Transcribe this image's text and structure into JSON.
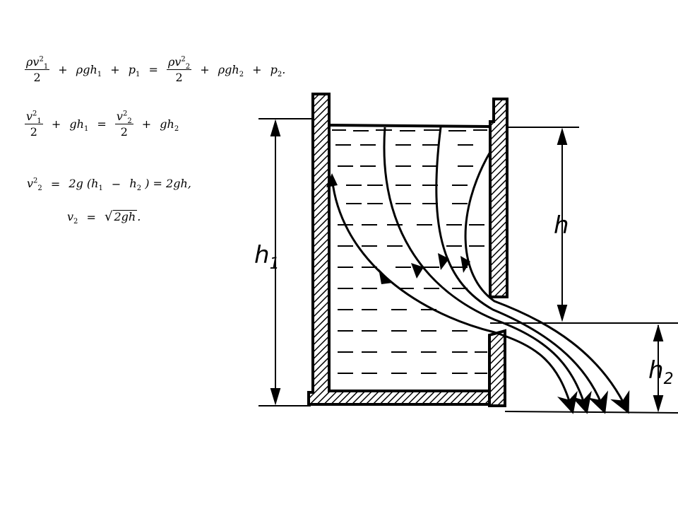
{
  "equations": {
    "eq1": {
      "lhs_num": "ρv",
      "lhs_num_sup": "2",
      "lhs_num_sub": "1",
      "lhs_den": "2",
      "op_plus1": "+",
      "term_a": "ρgh",
      "term_a_sub": "1",
      "op_plus2": "+",
      "term_b": "p",
      "term_b_sub": "1",
      "op_eq": "=",
      "rhs_num": "ρv",
      "rhs_num_sup": "2",
      "rhs_num_sub": "2",
      "rhs_den": "2",
      "op_plus3": "+",
      "term_c": "ρgh",
      "term_c_sub": "2",
      "op_plus4": "+",
      "term_d": "p",
      "term_d_sub": "2",
      "end": "."
    },
    "eq2": {
      "lhs_num": "v",
      "lhs_num_sup": "2",
      "lhs_num_sub": "1",
      "lhs_den": "2",
      "op_plus1": "+",
      "term_a": "gh",
      "term_a_sub": "1",
      "op_eq": "=",
      "rhs_num": "v",
      "rhs_num_sup": "2",
      "rhs_num_sub": "2",
      "rhs_den": "2",
      "op_plus2": "+",
      "term_b": "gh",
      "term_b_sub": "2"
    },
    "eq3": {
      "v": "v",
      "v_sup": "2",
      "v_sub": "2",
      "eq": "=",
      "a": "2g (h",
      "a_sub": "1",
      "minus": "−",
      "b": "h",
      "b_sub": "2",
      "c": ") = 2gh,"
    },
    "eq4": {
      "v": "v",
      "v_sub": "2",
      "eq": "=",
      "root": "√",
      "arg": "2gh",
      "end": "."
    }
  },
  "diagram": {
    "labels": {
      "h": "h",
      "h1": "h",
      "h1_sub": "1",
      "h2": "h",
      "h2_sub": "2"
    }
  }
}
